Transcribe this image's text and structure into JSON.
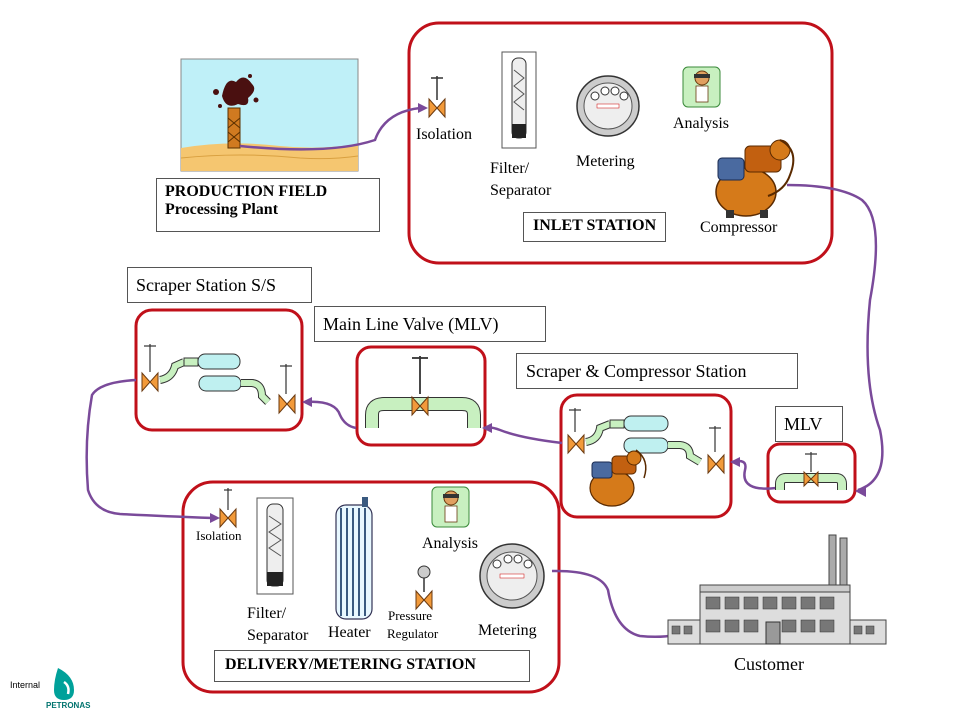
{
  "production": {
    "line1": "PRODUCTION FIELD",
    "line2": "Processing Plant"
  },
  "inlet": {
    "title": "INLET STATION",
    "isolation": "Isolation",
    "filter_line1": "Filter/",
    "filter_line2": "Separator",
    "metering": "Metering",
    "analysis": "Analysis",
    "compressor": "Compressor"
  },
  "scraper_ss": {
    "title": "Scraper  Station S/S"
  },
  "mlv_main": {
    "title": "Main Line Valve (MLV)"
  },
  "scraper_compressor": {
    "title": "Scraper  & Compressor Station"
  },
  "mlv_small": {
    "title": "MLV"
  },
  "delivery": {
    "title": "DELIVERY/METERING STATION",
    "isolation": "Isolation",
    "filter_line1": "Filter/",
    "filter_line2": "Separator",
    "heater": "Heater",
    "pressure_line1": "Pressure",
    "pressure_line2": "Regulator",
    "analysis": "Analysis",
    "metering": "Metering"
  },
  "customer": "Customer",
  "footer": {
    "internal": "Internal",
    "brand": "PETRONAS"
  },
  "colors": {
    "station_border": "#c0101a",
    "flow_line": "#7a4a9a",
    "valve": "#f29a3a",
    "pipe": "#c8f0c0",
    "tank": "#bff0f0"
  }
}
